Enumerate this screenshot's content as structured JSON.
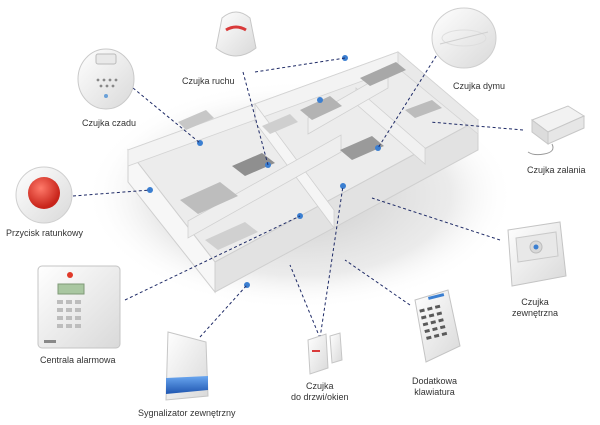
{
  "labels": {
    "carbon_monoxide": "Czujka czadu",
    "motion": "Czujka ruchu",
    "smoke": "Czujka dymu",
    "flood": "Czujka zalania",
    "panic": "Przycisk ratunkowy",
    "control_panel": "Centrala alarmowa",
    "siren": "Sygnalizator zewnętrzny",
    "door_window_line1": "Czujka",
    "door_window_line2": "do drzwi/okien",
    "keypad_line1": "Dodatkowa",
    "keypad_line2": "klawiatura",
    "outdoor_line1": "Czujka",
    "outdoor_line2": "zewnętrzna"
  },
  "colors": {
    "connector_line": "#1e2a66",
    "sensor_indicator": "#3b7fd1",
    "panic_button": "#e03a2a",
    "siren_strobe": "#2f6fc9",
    "panel_display": "#a9c7a1",
    "motion_lens": "#d93a3a"
  }
}
